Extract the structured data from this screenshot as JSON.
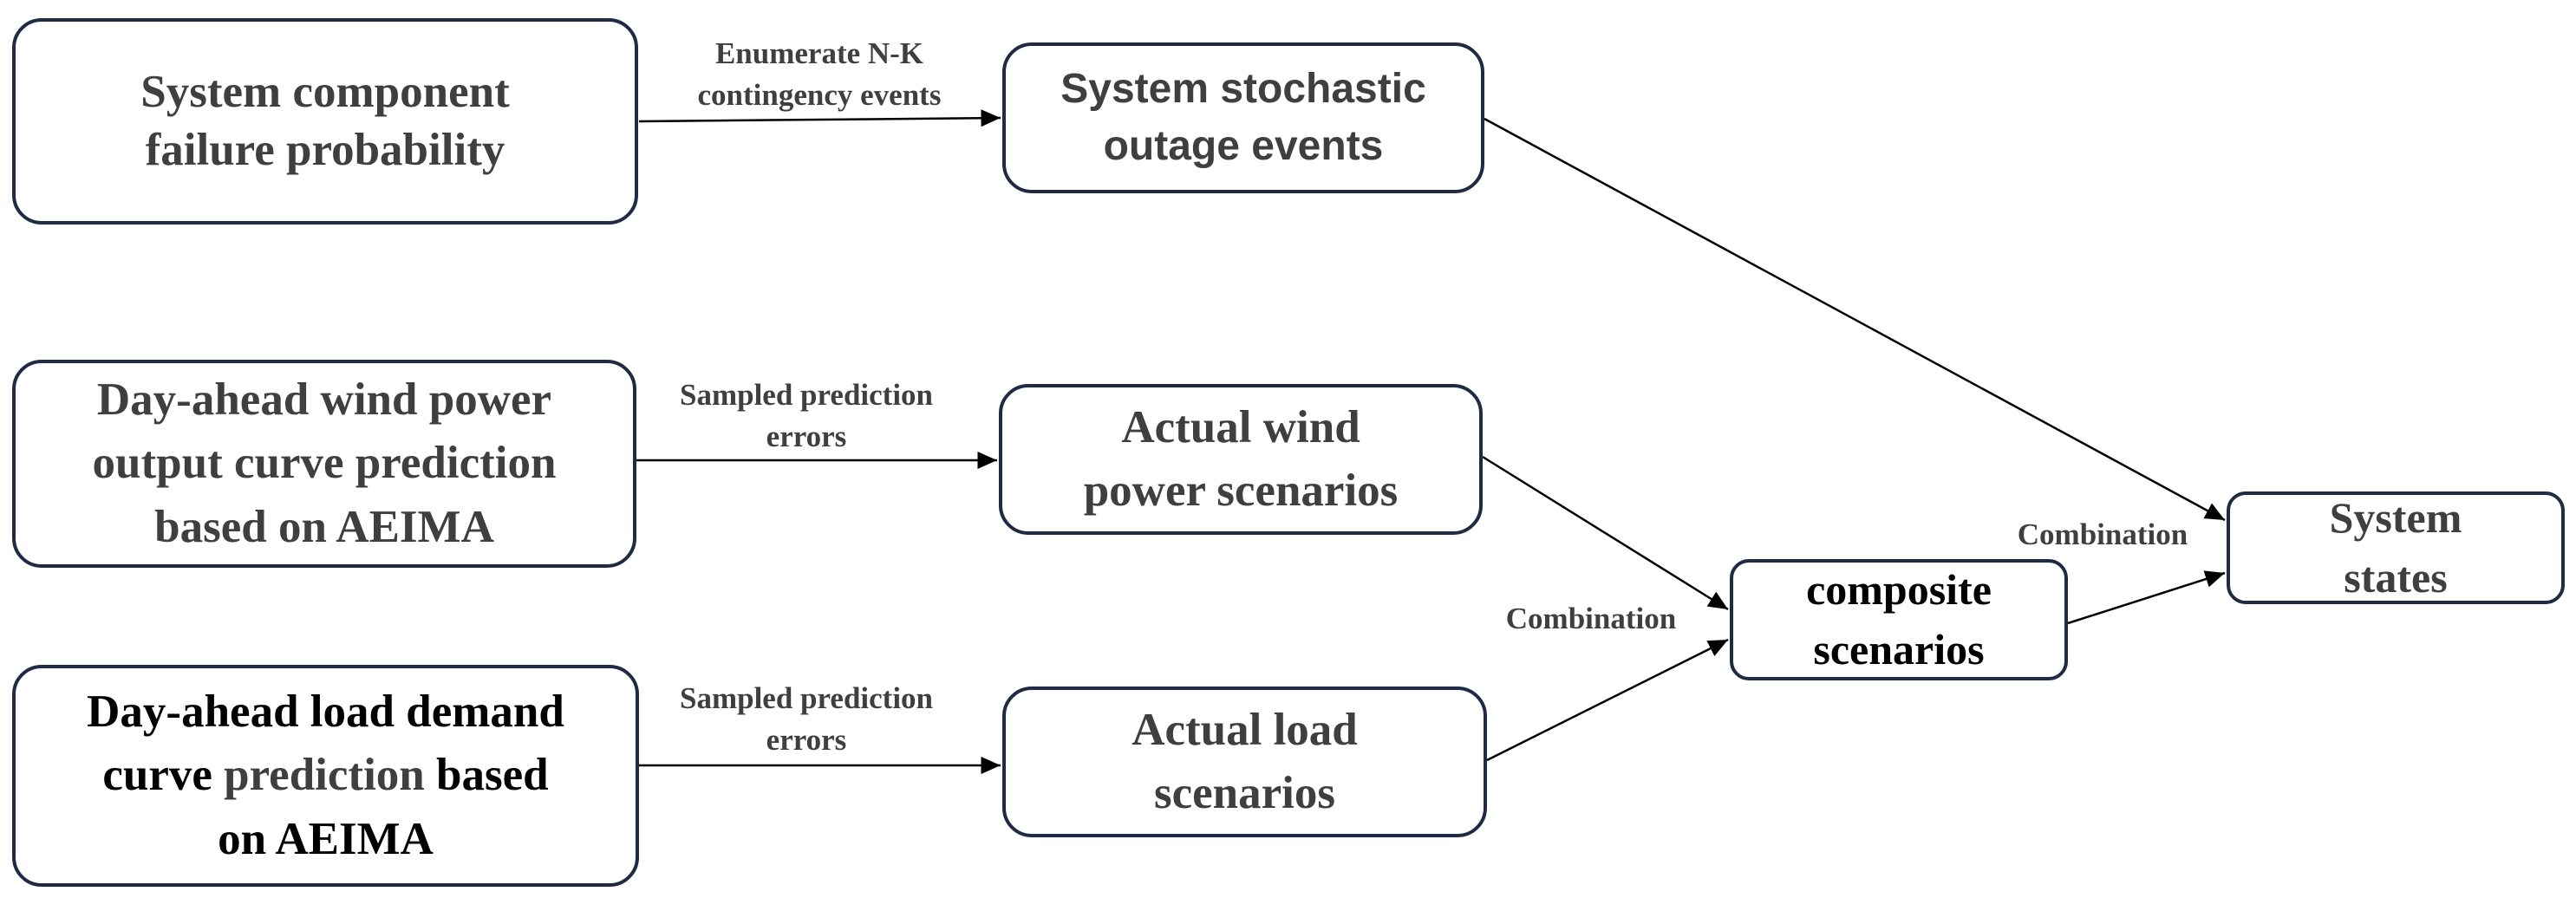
{
  "nodes": {
    "failure_prob": {
      "line1": "System component",
      "line2": "failure probability"
    },
    "stochastic_outage": {
      "line1": "System stochastic",
      "line2": "outage events"
    },
    "wind_prediction": {
      "line1": "Day-ahead wind power",
      "line2": "output curve prediction",
      "line3": "based on AEIMA"
    },
    "actual_wind": {
      "line1": "Actual wind",
      "line2": "power scenarios"
    },
    "load_prediction": {
      "line1": "Day-ahead load demand",
      "line2a": "curve ",
      "line2b": "prediction",
      "line2c": " based",
      "line3": "on AEIMA"
    },
    "actual_load": {
      "line1": "Actual load",
      "line2": "scenarios"
    },
    "composite": {
      "line1": "composite",
      "line2": "scenarios"
    },
    "system_states": {
      "line1": "System",
      "line2": "states"
    }
  },
  "edge_labels": {
    "enumerate": {
      "line1": "Enumerate N-K",
      "line2": "contingency events"
    },
    "sampled_wind": {
      "line1": "Sampled prediction",
      "line2": "errors"
    },
    "sampled_load": {
      "line1": "Sampled prediction",
      "line2": "errors"
    },
    "combination_composite": "Combination",
    "combination_states": "Combination"
  },
  "colors": {
    "box_border": "#1f2a44",
    "text_grey": "#3f3f3f",
    "text_black": "#000000",
    "arrow": "#000000"
  }
}
